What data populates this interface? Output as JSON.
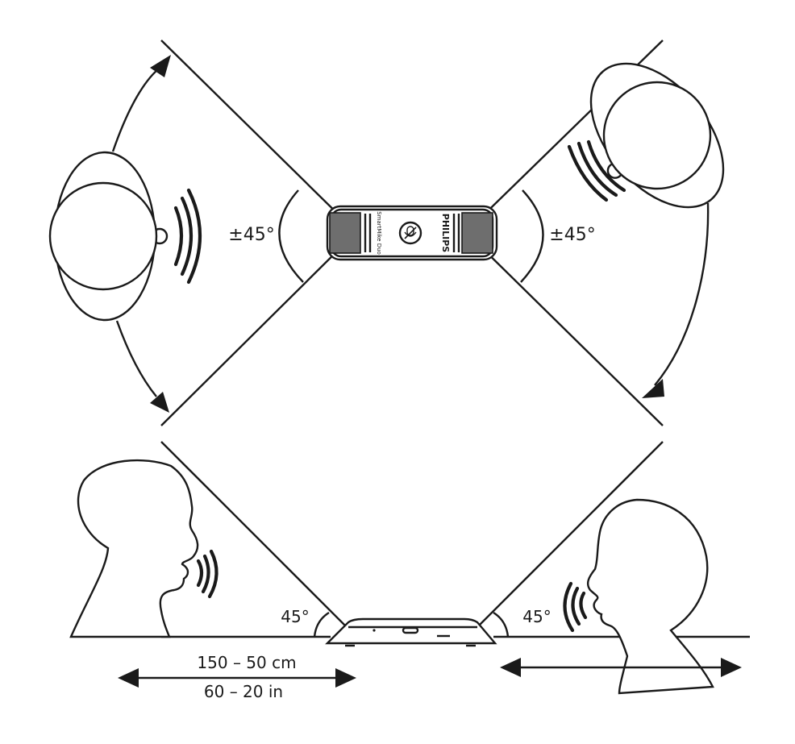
{
  "top_view": {
    "angle_left": "±45°",
    "angle_right": "±45°",
    "device_brand": "PHILIPS",
    "device_model": "SmartMike Duo"
  },
  "side_view": {
    "angle_left": "45°",
    "angle_right": "45°",
    "distance_metric": "150 – 50 cm",
    "distance_imperial": "60 – 20 in"
  }
}
